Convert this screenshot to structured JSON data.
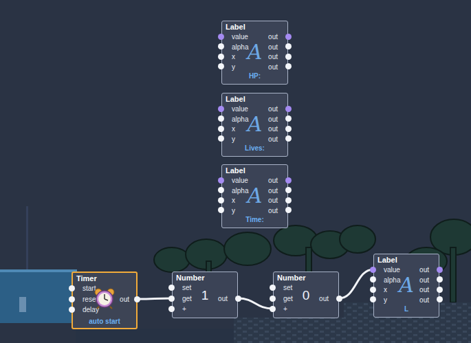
{
  "diagram": {
    "nodes": [
      {
        "text": [
          "Label",
          "value",
          "alpha",
          "x",
          "y",
          "out",
          "out",
          "out",
          "out",
          "A",
          "HP:"
        ]
      },
      {
        "text": [
          "Label",
          "value",
          "alpha",
          "x",
          "y",
          "out",
          "out",
          "out",
          "out",
          "A",
          "Lives:"
        ]
      },
      {
        "text": [
          "Label",
          "value",
          "alpha",
          "x",
          "y",
          "out",
          "out",
          "out",
          "out",
          "A",
          "Time:"
        ]
      },
      {
        "text": [
          "Timer",
          "start",
          "reset",
          "delay",
          "out",
          "auto start"
        ]
      },
      {
        "text": [
          "Number",
          "set",
          "get",
          "+",
          "out",
          "1"
        ]
      },
      {
        "text": [
          "Number",
          "set",
          "get",
          "+",
          "out",
          "0"
        ]
      },
      {
        "text": [
          "Label",
          "value",
          "alpha",
          "x",
          "y",
          "out",
          "out",
          "out",
          "out",
          "A",
          "L"
        ]
      }
    ],
    "edges": [
      {
        "from": 3,
        "to": 4,
        "arrow": "none"
      },
      {
        "from": 4,
        "to": 5,
        "arrow": "none"
      },
      {
        "from": 5,
        "to": 6,
        "arrow": "none"
      }
    ]
  }
}
